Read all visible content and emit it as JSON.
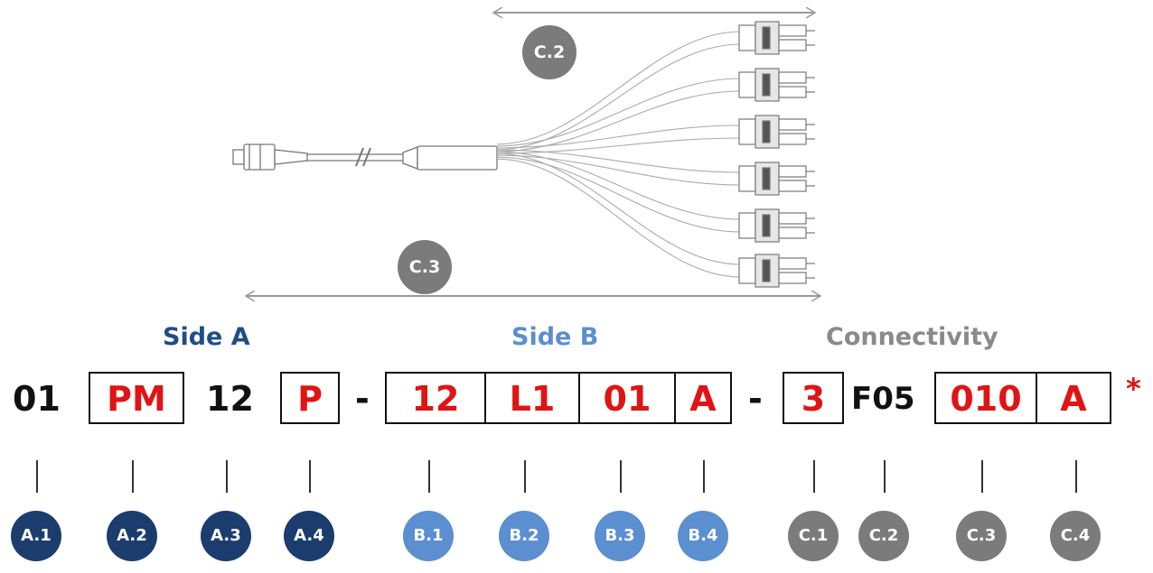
{
  "colors": {
    "side_a": "#1f4e86",
    "side_b": "#5b8fcf",
    "connectivity": "#8a8a8a",
    "code_red": "#e01414",
    "code_black": "#111111",
    "badge_a": "#1b3d6e",
    "badge_b": "#5b8fcf",
    "badge_c": "#7b7b7b"
  },
  "headers": {
    "side_a": "Side A",
    "side_b": "Side B",
    "connectivity": "Connectivity"
  },
  "dimension_badges": {
    "c2": "C.2",
    "c3": "C.3"
  },
  "code": {
    "a1": "01",
    "a2": "PM",
    "a3": "12",
    "a4": "P",
    "dash1": "-",
    "b1": "12",
    "b2": "L1",
    "b3": "01",
    "b4": "A",
    "dash2": "-",
    "c1": "3",
    "c2": "F05",
    "c3": "010",
    "c4": "A",
    "asterisk": "*"
  },
  "badges": {
    "a1": "A.1",
    "a2": "A.2",
    "a3": "A.3",
    "a4": "A.4",
    "b1": "B.1",
    "b2": "B.2",
    "b3": "B.3",
    "b4": "B.4",
    "c1": "C.1",
    "c2": "C.2",
    "c3": "C.3",
    "c4": "C.4"
  },
  "icons": {
    "cable": "fanout-cable-icon"
  }
}
